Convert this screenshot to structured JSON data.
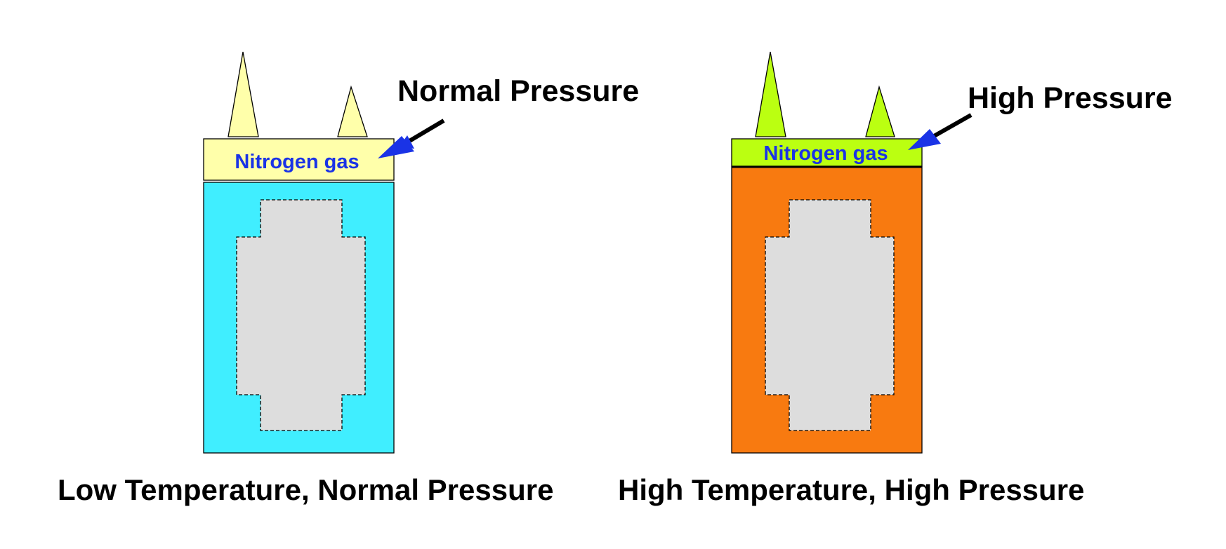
{
  "left_panel": {
    "pressure_label": "Normal Pressure",
    "gas_label": "Nitrogen gas",
    "caption": "Low Temperature, Normal Pressure",
    "gas_color": "#ffffaa",
    "liquid_color": "#40eeff",
    "spike_color": "#ffffaa"
  },
  "right_panel": {
    "pressure_label": "High Pressure",
    "gas_label": "Nitrogen gas",
    "caption": "High Temperature, High Pressure",
    "gas_color": "#bbff11",
    "liquid_color": "#f87a10",
    "spike_color": "#bbff11"
  },
  "colors": {
    "gas_label_text": "#1a33e6",
    "arrow_head": "#1a33e6",
    "sample_fill": "#dddddd"
  }
}
